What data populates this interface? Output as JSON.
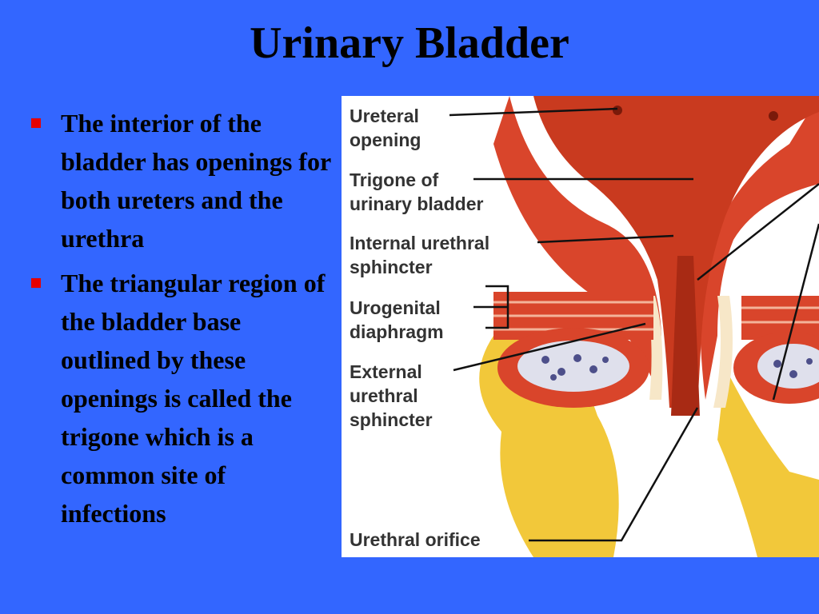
{
  "slide": {
    "title": "Urinary Bladder",
    "bullets": [
      "The interior of the bladder has openings for both ureters and the urethra",
      "The triangular region of the bladder base outlined by these openings is called the trigone which is a common site of infections"
    ]
  },
  "figure": {
    "labels": {
      "ureteral_opening": [
        "Ureteral",
        "opening"
      ],
      "trigone": [
        "Trigone of",
        "urinary bladder"
      ],
      "internal_sphincter": [
        "Internal urethral",
        "sphincter"
      ],
      "urogenital_diaphragm": [
        "Urogenital",
        "diaphragm"
      ],
      "external_sphincter": [
        "External",
        "urethral",
        "sphincter"
      ],
      "urethral_orifice": [
        "Urethral orifice"
      ]
    },
    "colors": {
      "background": "#3366ff",
      "bullet_marker": "#e60000",
      "muscle": "#d9452b",
      "mucosa": "#c93a1f",
      "fat": "#f2c83a",
      "connective": "#f7e7c8"
    }
  }
}
